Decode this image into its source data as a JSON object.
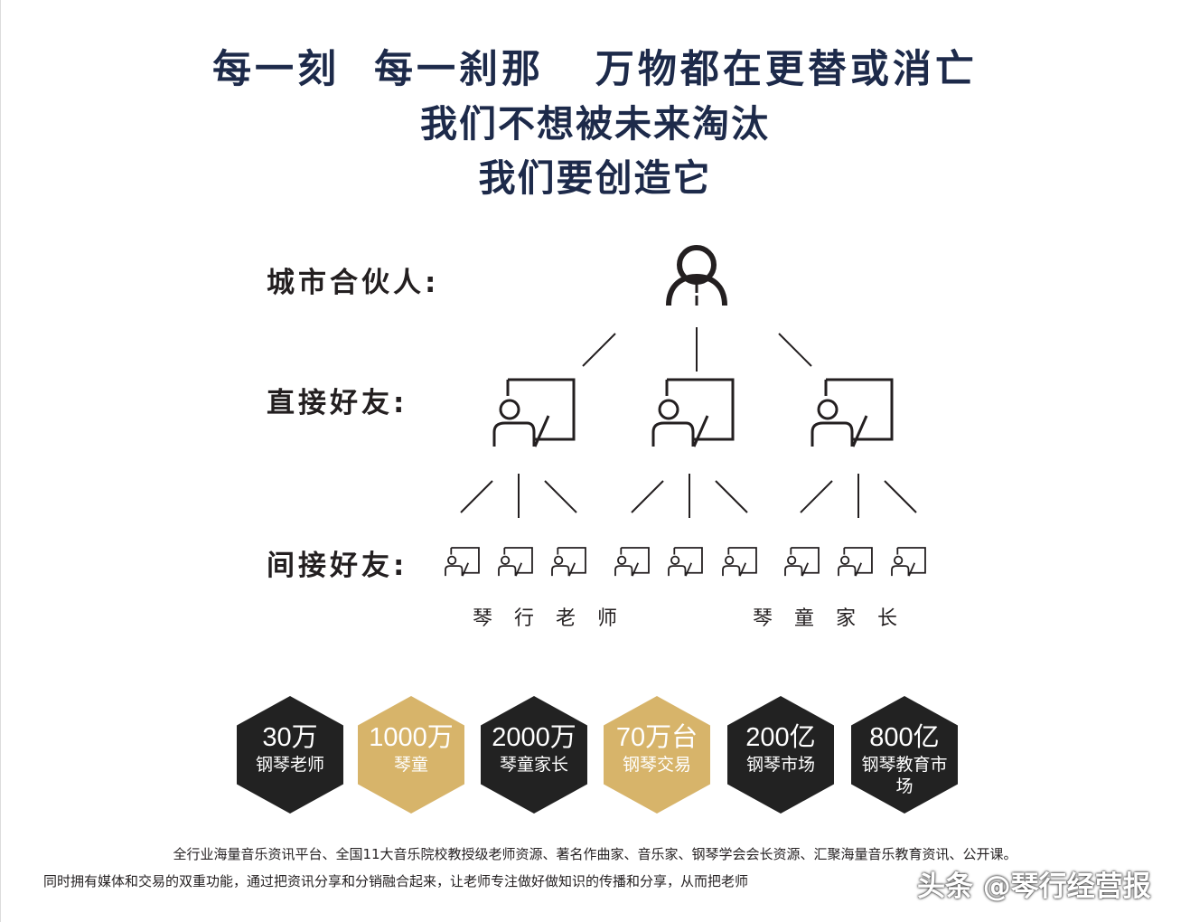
{
  "headline": {
    "line1": "每一刻  每一刹那   万物都在更替或消亡",
    "line2": "我们不想被未来淘汰",
    "line3": "我们要创造它"
  },
  "diagram": {
    "partner_label": "城市合伙人:",
    "direct_label": "直接好友:",
    "indirect_label": "间接好友:",
    "caption_teachers": "琴行老师",
    "caption_parents": "琴童家长",
    "icons": {
      "partner": "person-icon",
      "direct": "teacher-at-board-icon",
      "indirect": "teacher-at-board-icon"
    }
  },
  "stats": [
    {
      "value": "30万",
      "label": "钢琴老师",
      "color": "#222222"
    },
    {
      "value": "1000万",
      "label": "琴童",
      "color": "#d7b46a"
    },
    {
      "value": "2000万",
      "label": "琴童家长",
      "color": "#222222"
    },
    {
      "value": "70万台",
      "label": "钢琴交易",
      "color": "#d7b46a"
    },
    {
      "value": "200亿",
      "label": "钢琴市场",
      "color": "#222222"
    },
    {
      "value": "800亿",
      "label": "钢琴教育市场",
      "color": "#222222"
    }
  ],
  "footer": {
    "line1": "全行业海量音乐资讯平台、全国11大音乐院校教授级老师资源、著名作曲家、音乐家、钢琴学会会长资源、汇聚海量音乐教育资讯、公开课。",
    "line2": "同时拥有媒体和交易的双重功能，通过把资讯分享和分销融合起来，让老师专注做好做知识的传播和分享，从而把老师"
  },
  "watermark": "头条 @琴行经营报"
}
